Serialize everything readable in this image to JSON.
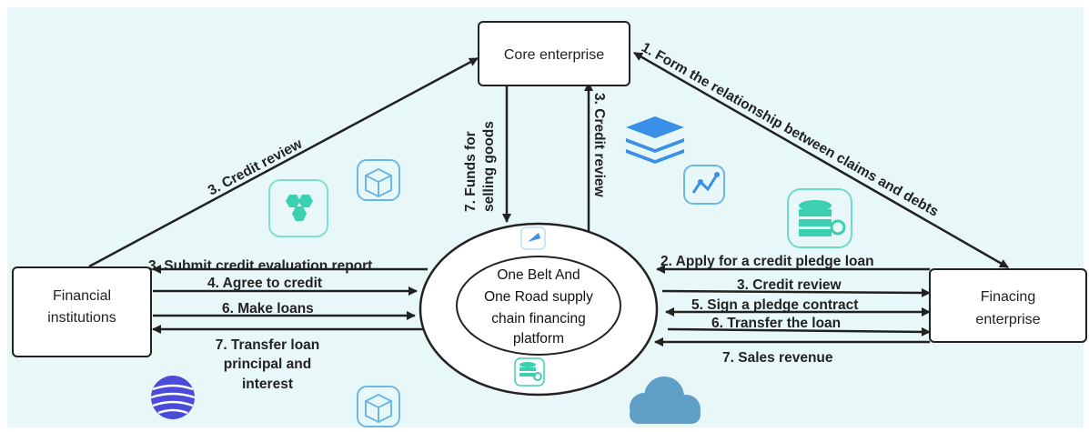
{
  "diagram": {
    "nodes": {
      "core": {
        "label": "Core enterprise"
      },
      "financial": {
        "label_line1": "Financial",
        "label_line2": "institutions"
      },
      "financing": {
        "label_line1": "Finacing",
        "label_line2": "enterprise"
      },
      "platform": {
        "line1": "One Belt And",
        "line2": "One Road supply",
        "line3": "chain financing",
        "line4": "platform"
      }
    },
    "edges": {
      "fi_core_credit_review": "3.  Credit review",
      "core_platform_funds_line1": "7. Funds for",
      "core_platform_funds_line2": "selling goods",
      "platform_core_credit_review": "3. Credit review",
      "core_financing_relationship": "1. Form the relationship between claims and debts",
      "submit_report": "3. Submit credit evaluation report",
      "agree_credit": "4. Agree to credit",
      "make_loans": "6. Make loans",
      "transfer_principal_line1": "7. Transfer loan",
      "transfer_principal_line2": "principal and",
      "transfer_principal_line3": "interest",
      "apply_loan": "2. Apply for a credit pledge loan",
      "credit_review_right": "3. Credit review",
      "sign_contract": "5. Sign a pledge contract",
      "transfer_loan": "6. Transfer the loan",
      "sales_revenue": "7. Sales revenue"
    },
    "colors": {
      "background": "#e8f8f9",
      "box_fill": "#ffffff",
      "stroke": "#222222",
      "icon_teal": "#3ccfb0",
      "icon_blue": "#3a8fe6",
      "icon_cloud": "#5f9ec7",
      "icon_globe": "#4a4bd8"
    },
    "decorative_icons": [
      "hexagon-cluster-icon",
      "box-icon",
      "layers-icon",
      "chart-line-icon",
      "database-settings-icon",
      "cloud-icon",
      "globe-icon",
      "rocket-icon",
      "database-icon"
    ]
  }
}
